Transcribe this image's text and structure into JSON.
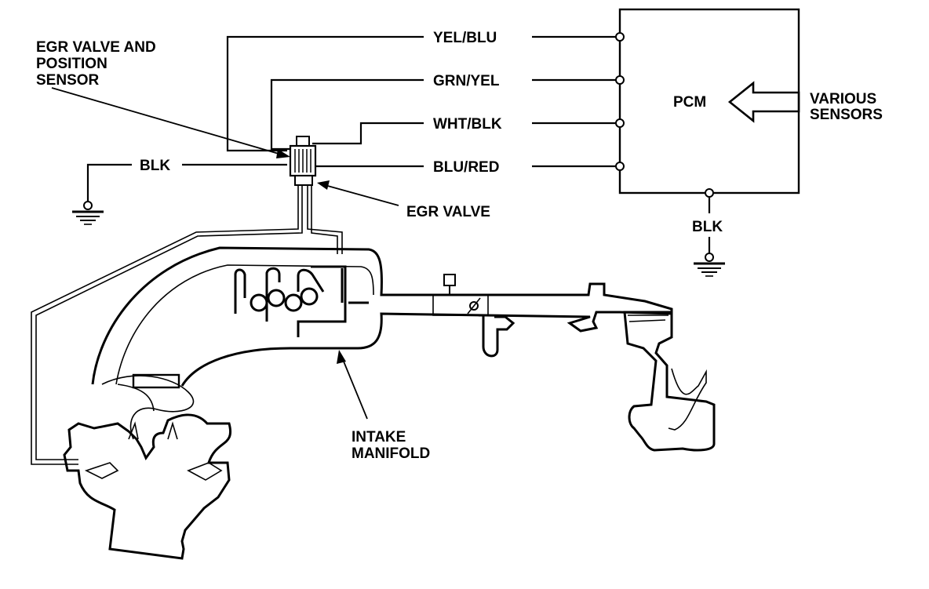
{
  "labels": {
    "egr_valve_position_sensor": [
      "EGR VALVE AND",
      "POSITION",
      "SENSOR"
    ],
    "egr_valve": "EGR VALVE",
    "intake_manifold": [
      "INTAKE",
      "MANIFOLD"
    ],
    "pcm": "PCM",
    "various_sensors": [
      "VARIOUS",
      "SENSORS"
    ],
    "ground_left": "BLK",
    "ground_pcm": "BLK"
  },
  "wires": [
    {
      "color": "YEL/BLU"
    },
    {
      "color": "GRN/YEL"
    },
    {
      "color": "WHT/BLK"
    },
    {
      "color": "BLU/RED"
    }
  ]
}
